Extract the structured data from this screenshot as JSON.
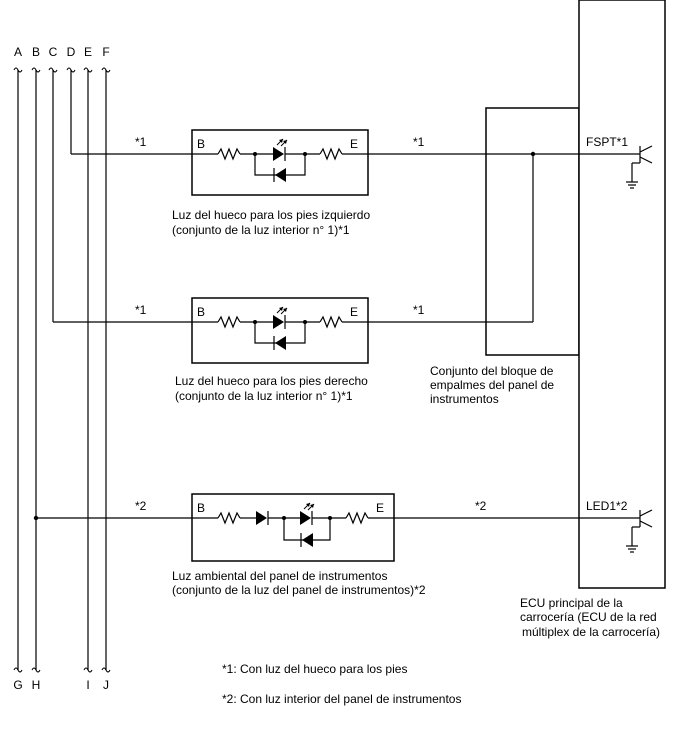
{
  "top_terminals": [
    "A",
    "B",
    "C",
    "D",
    "E",
    "F"
  ],
  "bottom_terminals": [
    "G",
    "H",
    "I",
    "J"
  ],
  "wire_notes": {
    "note1": "*1",
    "note2": "*2"
  },
  "components": {
    "left_footwell": {
      "pin_left": "B",
      "pin_right": "E",
      "caption_line1": "Luz del hueco para los pies izquierdo",
      "caption_line2": "(conjunto de la luz interior n° 1)*1"
    },
    "right_footwell": {
      "pin_left": "B",
      "pin_right": "E",
      "caption_line1": "Luz del hueco para los pies derecho",
      "caption_line2": "(conjunto de la luz interior n° 1)*1"
    },
    "panel_ambient": {
      "pin_left": "B",
      "pin_right": "E",
      "caption_line1": "Luz ambiental del panel de instrumentos",
      "caption_line2": "(conjunto de la luz del panel de instrumentos)*2"
    }
  },
  "junction_block": {
    "caption_line1": "Conjunto del bloque de",
    "caption_line2": "empalmes del panel de",
    "caption_line3": "instrumentos"
  },
  "ecu": {
    "terminal_fspt": "FSPT*1",
    "terminal_led1": "LED1*2",
    "caption_line1": "ECU principal de la",
    "caption_line2": "carrocería (ECU de la red",
    "caption_line3": "múltiplex de la carrocería)"
  },
  "legend": {
    "note1": "*1: Con luz del hueco para los pies",
    "note2": "*2: Con luz interior del panel de instrumentos"
  }
}
